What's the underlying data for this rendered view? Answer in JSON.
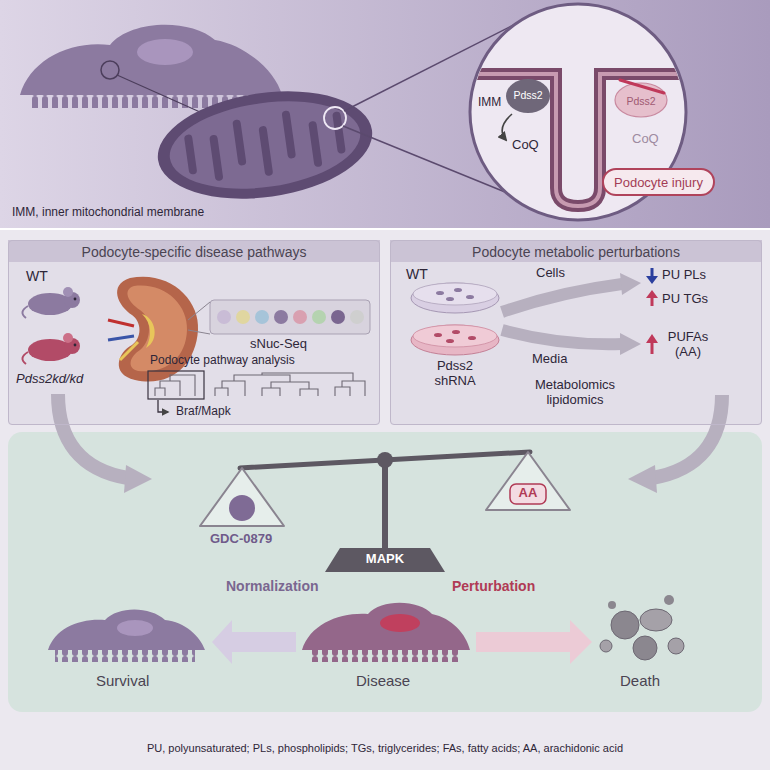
{
  "diagram": {
    "caption": "PU, polyunsaturated; PLs, phospholipids; TGs, triglycerides; FAs, fatty acids; AA, arachidonic acid",
    "nodes": [
      {
        "text": [
          "Podocyte injury"
        ]
      },
      {
        "text": [
          "Podocyte-specific disease pathways"
        ]
      },
      {
        "text": [
          "Podocyte metabolic perturbations"
        ]
      }
    ],
    "labels": [
      "IMM, inner mitochondrial membrane",
      "IMM",
      "Pdss2",
      "CoQ",
      "Pdss2",
      "CoQ",
      "WT",
      "Pdss2kd/kd",
      "sNuc-Seq",
      "Podocyte pathway analysis",
      "Braf/Mapk",
      "WT",
      "Pdss2 shRNA",
      "Cells",
      "Media",
      "PU PLs",
      "PU TGs",
      "PUFAs (AA)",
      "Metabolomics lipidomics",
      "GDC-0879",
      "AA",
      "MAPK",
      "Normalization",
      "Perturbation",
      "Survival",
      "Disease",
      "Death"
    ]
  }
}
